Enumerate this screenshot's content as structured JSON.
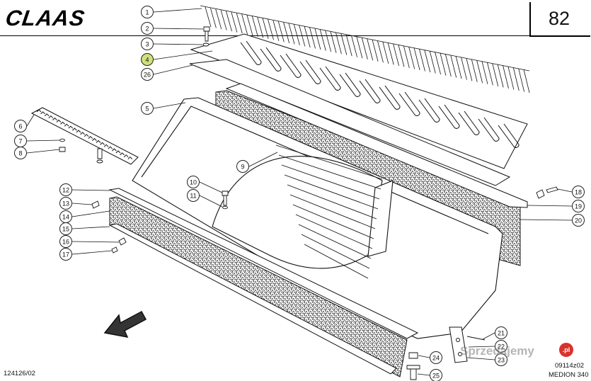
{
  "header": {
    "brand": "CLAAS",
    "page_number": "82"
  },
  "callouts": [
    {
      "n": "1"
    },
    {
      "n": "2"
    },
    {
      "n": "3"
    },
    {
      "n": "4",
      "highlight": true
    },
    {
      "n": "26"
    },
    {
      "n": "5"
    },
    {
      "n": "6"
    },
    {
      "n": "7"
    },
    {
      "n": "8"
    },
    {
      "n": "9"
    },
    {
      "n": "10"
    },
    {
      "n": "11"
    },
    {
      "n": "12"
    },
    {
      "n": "13"
    },
    {
      "n": "14"
    },
    {
      "n": "15"
    },
    {
      "n": "16"
    },
    {
      "n": "17"
    },
    {
      "n": "18"
    },
    {
      "n": "19"
    },
    {
      "n": "20"
    },
    {
      "n": "21"
    },
    {
      "n": "22"
    },
    {
      "n": "23"
    },
    {
      "n": "24"
    },
    {
      "n": "25"
    }
  ],
  "footer": {
    "left_code": "124126/02",
    "drawing_code": "09114z02",
    "model": "MEDION 340"
  },
  "watermark": {
    "text": "Sprzedajemy",
    "badge": ".pl"
  },
  "colors": {
    "highlight": "#cfe27a",
    "line": "#111111",
    "watermark_badge": "#d9322b"
  }
}
